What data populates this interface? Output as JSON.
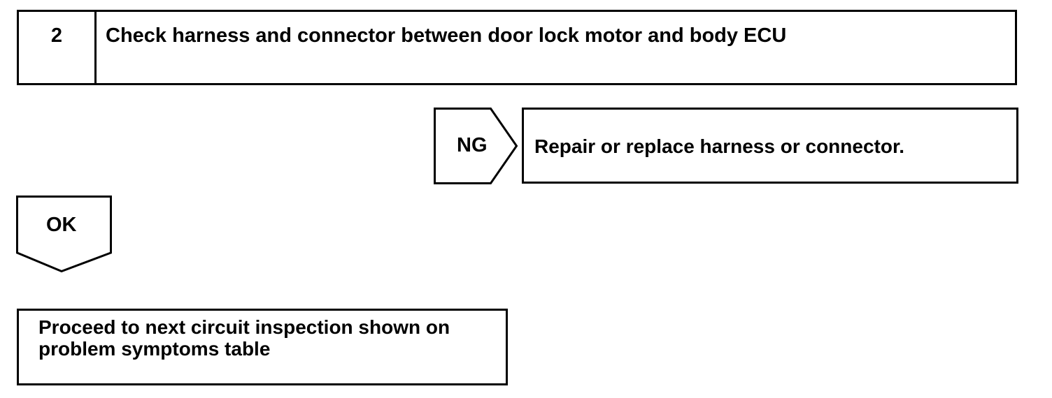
{
  "step": {
    "number": "2",
    "title": "Check harness and connector between door lock motor and body ECU"
  },
  "ng_branch": {
    "label": "NG",
    "result": "Repair or replace harness or connector."
  },
  "ok_branch": {
    "label": "OK",
    "result": "Proceed to next circuit inspection shown on problem symptoms table"
  }
}
